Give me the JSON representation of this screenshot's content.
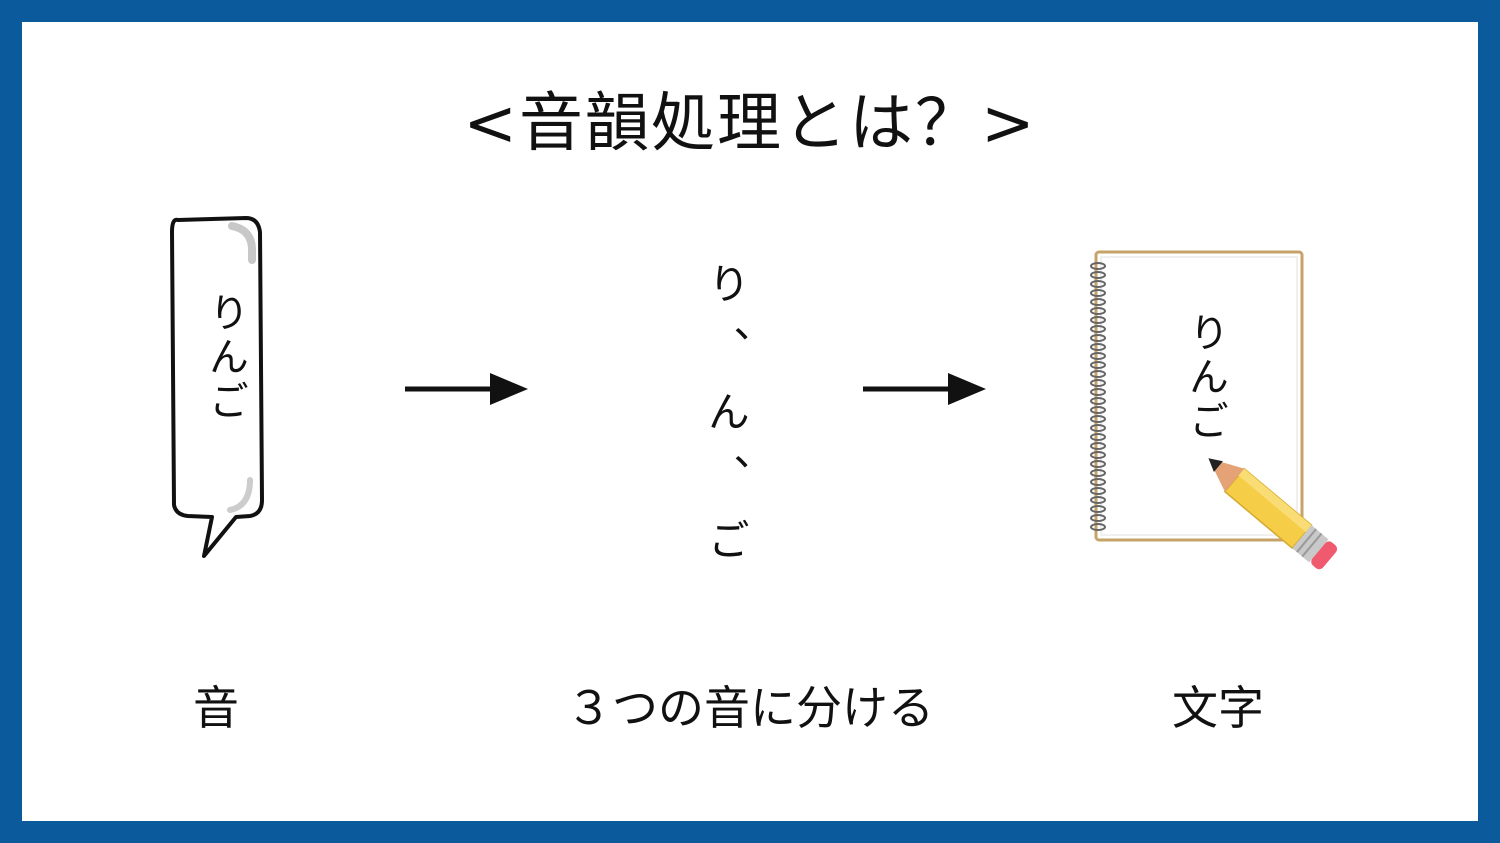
{
  "title": "<音韻処理とは？>",
  "steps": [
    {
      "caption": "音",
      "content": "りんご"
    },
    {
      "caption": "３つの音に分ける",
      "content": "り、ん、ご"
    },
    {
      "caption": "文字",
      "content": "りんご"
    }
  ],
  "colors": {
    "frame": "#0b5a9c",
    "arrow": "#111111",
    "notebook_border": "#c7a36a",
    "pencil_body": "#f5cd47",
    "pencil_eraser": "#ef5a6f"
  },
  "icons": [
    "speech-bubble-icon",
    "arrow-right-icon",
    "notebook-icon",
    "pencil-icon"
  ]
}
